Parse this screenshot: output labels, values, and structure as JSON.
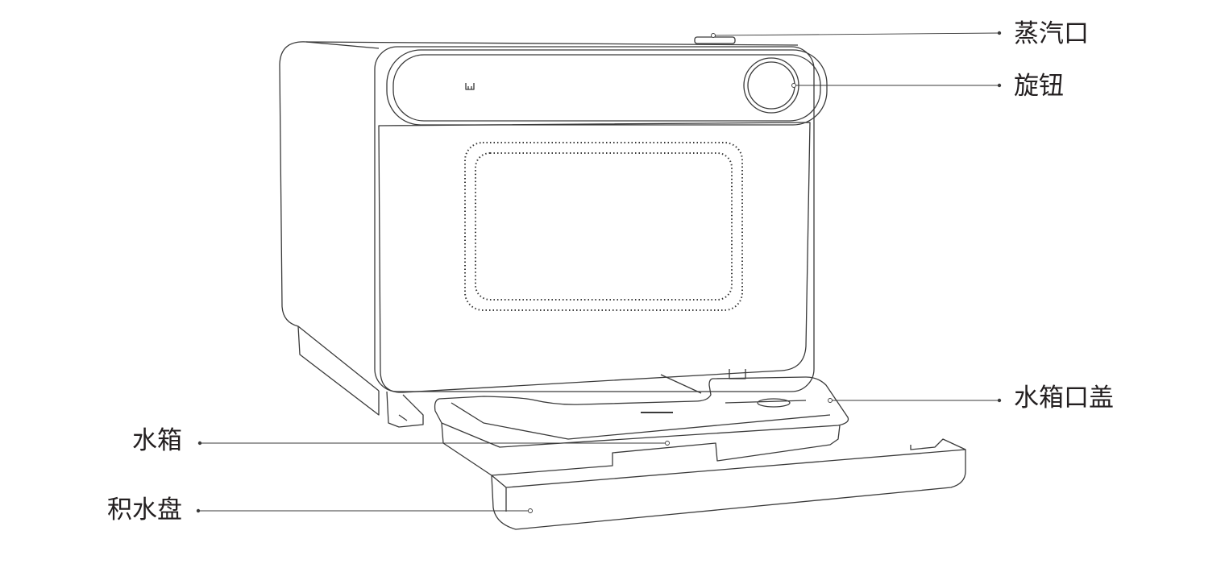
{
  "labels": {
    "steam_vent": "蒸汽口",
    "knob": "旋钮",
    "water_tank_lid": "水箱口盖",
    "water_tank": "水箱",
    "drip_tray": "积水盘"
  },
  "colors": {
    "line": "#3a3a3a",
    "text": "#231f20"
  }
}
